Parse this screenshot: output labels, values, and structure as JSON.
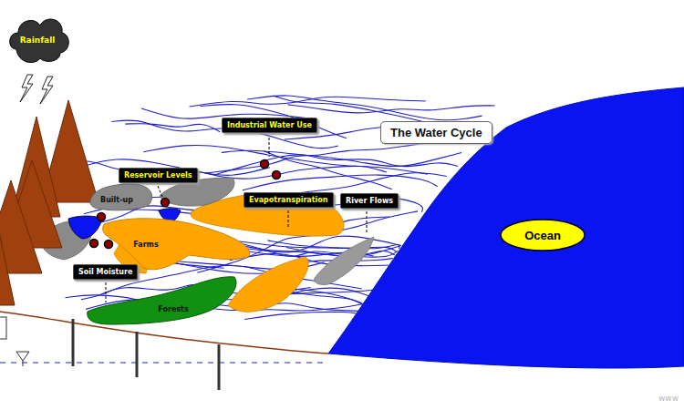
{
  "diagram": {
    "title": "The Water Cycle",
    "nodes": [
      {
        "text": [
          "Rainfall"
        ]
      },
      {
        "text": [
          "Industrial Water Use"
        ]
      },
      {
        "text": [
          "Reservoir Levels"
        ]
      },
      {
        "text": [
          "Built-up"
        ]
      },
      {
        "text": [
          "Evapotranspiration"
        ]
      },
      {
        "text": [
          "River Flows"
        ]
      },
      {
        "text": [
          "Farms"
        ]
      },
      {
        "text": [
          "Soil Moisture"
        ]
      },
      {
        "text": [
          "Forests"
        ]
      },
      {
        "text": [
          "Ocean"
        ]
      }
    ],
    "labels": [
      "www"
    ]
  }
}
